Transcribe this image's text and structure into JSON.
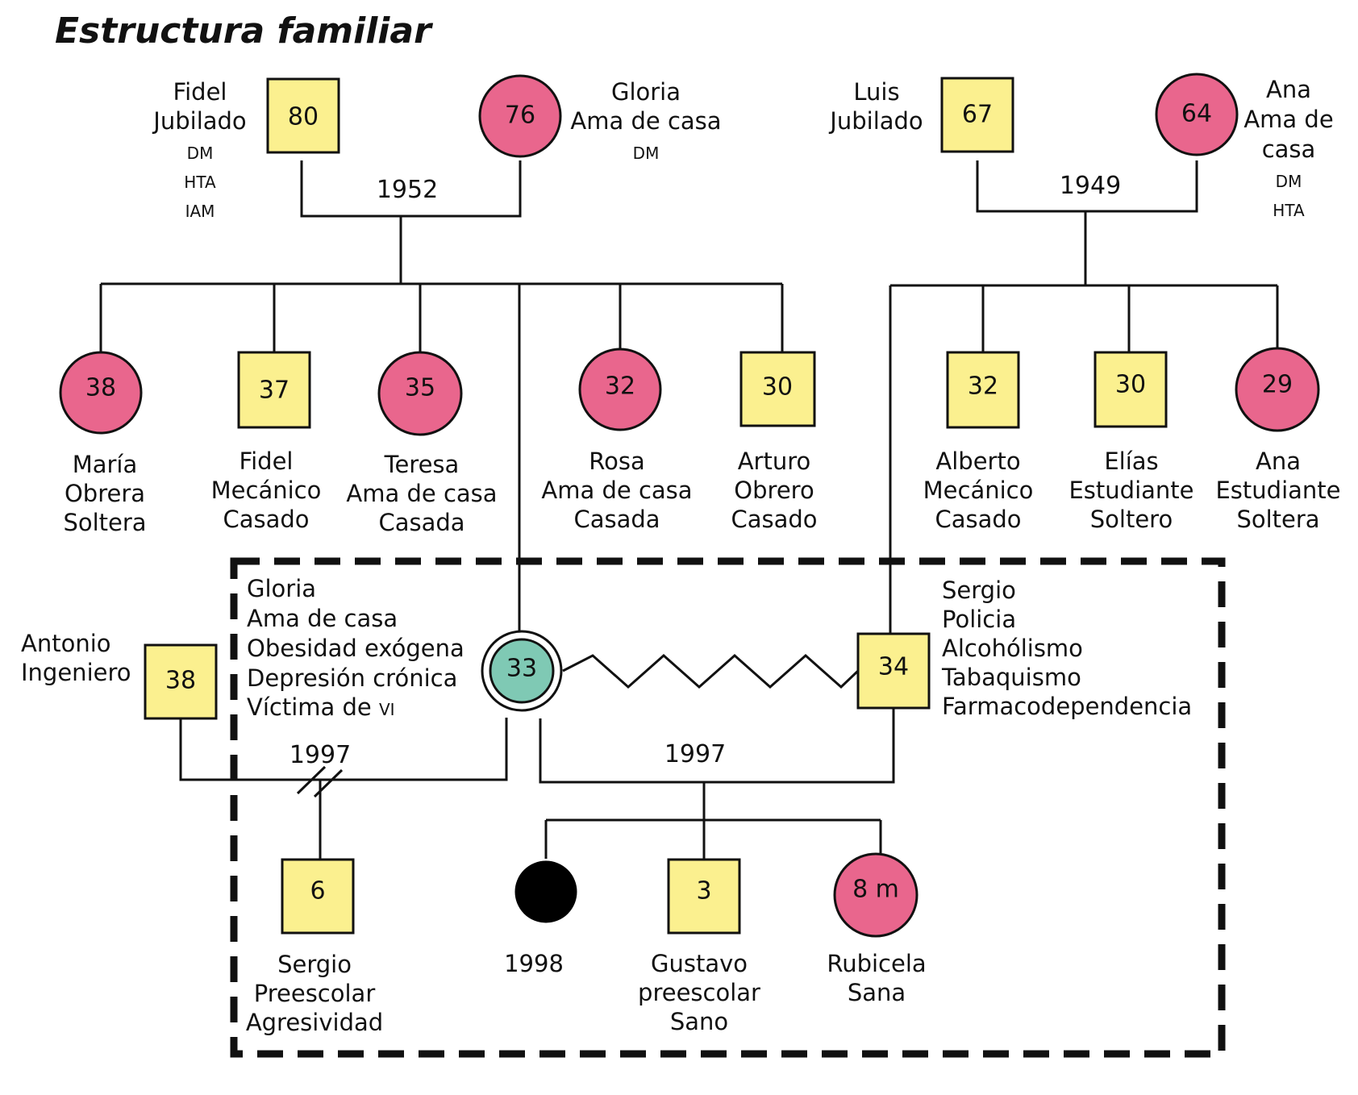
{
  "title": "Estructura familiar",
  "years": {
    "marriage_paternal": "1952",
    "marriage_maternal": "1949",
    "divorce": "1997",
    "marriage_current": "1997"
  },
  "colors": {
    "male": "#fbf08f",
    "female": "#e9668d",
    "index": "#7fc9b4",
    "deceased": "#000000"
  },
  "people": {
    "fidel_gp": {
      "age": "80",
      "lines": [
        "Fidel",
        "Jubilado"
      ],
      "conditions": [
        "DM",
        "HTA",
        "IAM"
      ]
    },
    "gloria_gm": {
      "age": "76",
      "lines": [
        "Gloria",
        "Ama de casa"
      ],
      "conditions": [
        "DM"
      ]
    },
    "luis_gp": {
      "age": "67",
      "lines": [
        "Luis",
        "Jubilado"
      ],
      "conditions": []
    },
    "ana_gm": {
      "age": "64",
      "lines": [
        "Ana",
        "Ama de",
        "casa"
      ],
      "conditions": [
        "DM",
        "HTA"
      ]
    },
    "maria": {
      "age": "38",
      "lines": [
        "María",
        "Obrera",
        "Soltera"
      ]
    },
    "fidel": {
      "age": "37",
      "lines": [
        "Fidel",
        "Mecánico",
        "Casado"
      ]
    },
    "teresa": {
      "age": "35",
      "lines": [
        "Teresa",
        "Ama de casa",
        "Casada"
      ]
    },
    "rosa": {
      "age": "32",
      "lines": [
        "Rosa",
        "Ama de casa",
        "Casada"
      ]
    },
    "arturo": {
      "age": "30",
      "lines": [
        "Arturo",
        "Obrero",
        "Casado"
      ]
    },
    "alberto": {
      "age": "32",
      "lines": [
        "Alberto",
        "Mecánico",
        "Casado"
      ]
    },
    "elias": {
      "age": "30",
      "lines": [
        "Elías",
        "Estudiante",
        "Soltero"
      ]
    },
    "ana": {
      "age": "29",
      "lines": [
        "Ana",
        "Estudiante",
        "Soltera"
      ]
    },
    "antonio": {
      "age": "38",
      "lines": [
        "Antonio",
        "Ingeniero"
      ]
    },
    "gloria": {
      "age": "33",
      "lines": [
        "Gloria",
        "Ama de casa",
        "Obesidad  exógena",
        "Depresión crónica"
      ],
      "last_line": "Víctima de",
      "last_abbr": "VI"
    },
    "sergio_f": {
      "age": "34",
      "lines": [
        "Sergio",
        "Policia",
        "Alcohólismo",
        "Tabaquismo",
        "Farmacodependencia"
      ]
    },
    "sergio_c": {
      "age": "6",
      "lines": [
        "Sergio",
        "Preescolar",
        "Agresividad"
      ]
    },
    "deceased_child": {
      "year": "1998"
    },
    "gustavo": {
      "age": "3",
      "lines": [
        "Gustavo",
        "preescolar",
        "Sano"
      ]
    },
    "rubicela": {
      "age": "8 m",
      "lines": [
        "Rubicela",
        "Sana"
      ]
    }
  }
}
